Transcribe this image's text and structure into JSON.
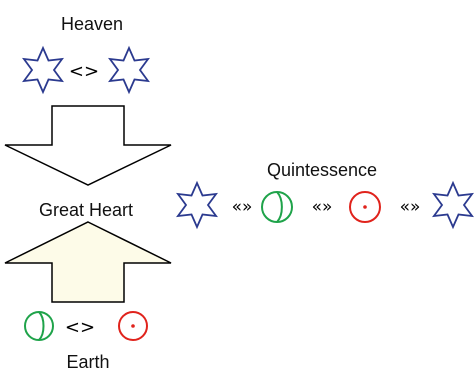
{
  "labels": {
    "heaven": "Heaven",
    "great_heart": "Great Heart",
    "quintessence": "Quintessence",
    "earth": "Earth"
  },
  "separators": {
    "heaven_pair": "<>",
    "earth_pair": "<>",
    "chain": "«»"
  },
  "colors": {
    "star": "#2b3a8f",
    "green_circle": "#1fa34a",
    "red_circle": "#e0231c",
    "down_arrow_fill": "#ffffff",
    "up_arrow_fill": "#fdfbe8",
    "stroke": "#000000"
  },
  "icons": {
    "star": "six-pointed-star-icon",
    "green": "split-circle-icon",
    "red": "dot-circle-icon"
  }
}
